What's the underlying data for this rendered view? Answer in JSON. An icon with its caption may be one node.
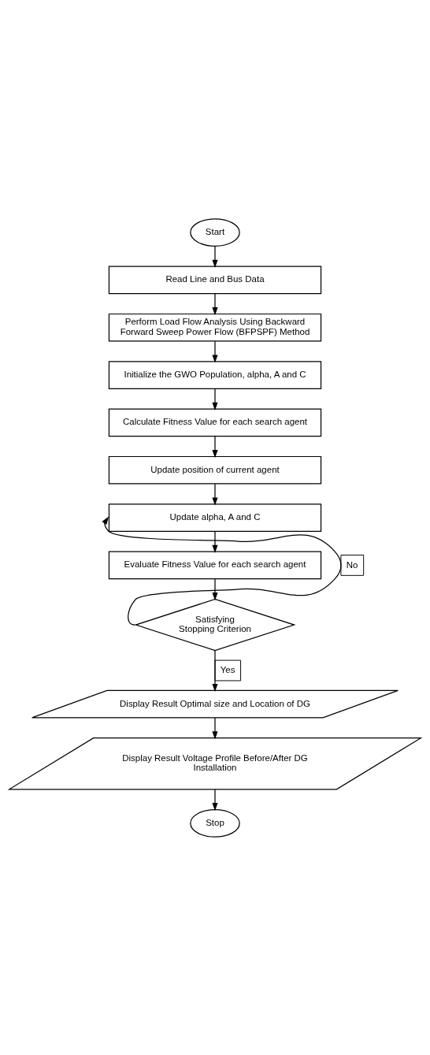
{
  "diagram": {
    "nodes": [
      {
        "text": [
          "Start"
        ]
      },
      {
        "text": [
          "Read Line and Bus Data"
        ]
      },
      {
        "text": [
          "Perform Load Flow Analysis Using Backward Forward Sweep Power Flow (BFPSPF) Method"
        ]
      },
      {
        "text": [
          "Initialize the GWO Population, alpha, A and C"
        ]
      },
      {
        "text": [
          "Calculate Fitness Value for each search agent"
        ]
      },
      {
        "text": [
          "Update position of current agent"
        ]
      },
      {
        "text": [
          "Update alpha, A and C"
        ]
      },
      {
        "text": [
          "Evaluate Fitness Value for each search agent"
        ]
      },
      {
        "text": [
          "Satisfying Stopping Criterion"
        ]
      },
      {
        "text": [
          "Display Result Optimal size and Location of DG"
        ]
      },
      {
        "text": [
          "Display Result Voltage Profile Before/After DG Installation"
        ]
      },
      {
        "text": [
          "Stop"
        ]
      }
    ],
    "edges": [
      {
        "from": 0,
        "to": 1,
        "arrow": "to"
      },
      {
        "from": 1,
        "to": 2,
        "arrow": "to"
      },
      {
        "from": 2,
        "to": 3,
        "arrow": "to"
      },
      {
        "from": 3,
        "to": 4,
        "arrow": "to"
      },
      {
        "from": 4,
        "to": 5,
        "arrow": "to"
      },
      {
        "from": 5,
        "to": 6,
        "arrow": "to"
      },
      {
        "from": 6,
        "to": 7,
        "arrow": "to"
      },
      {
        "from": 7,
        "to": 8,
        "arrow": "to"
      },
      {
        "from": 8,
        "to": 6,
        "arrow": "to",
        "label": "No"
      },
      {
        "from": 8,
        "to": 9,
        "arrow": "to",
        "label": "Yes"
      },
      {
        "from": 9,
        "to": 10,
        "arrow": "to"
      },
      {
        "from": 10,
        "to": 11,
        "arrow": "to"
      }
    ]
  }
}
